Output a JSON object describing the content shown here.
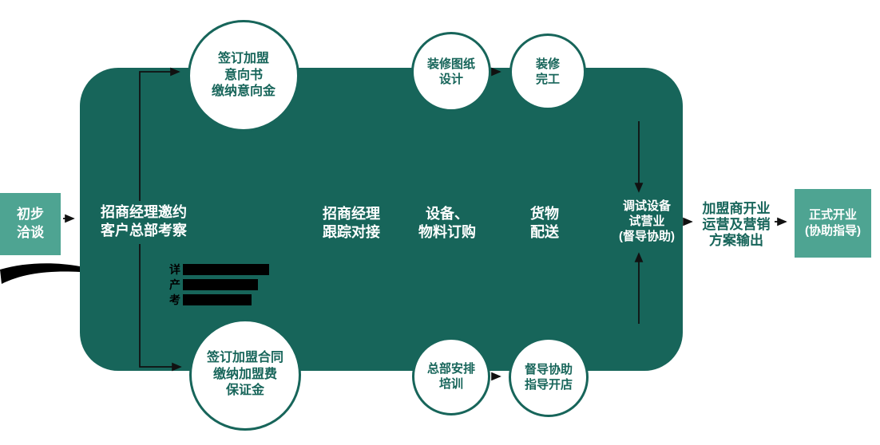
{
  "colors": {
    "teal": "#4ea492",
    "dark_teal": "#17655a",
    "arrow": "#111111"
  },
  "start_box": {
    "line1": "初步",
    "line2": "洽谈"
  },
  "process": {
    "invite": {
      "line1": "招商经理邀约",
      "line2": "客户总部考察"
    },
    "follow_up": {
      "line1": "招商经理",
      "line2": "跟踪对接"
    },
    "ordering": {
      "line1": "设备、",
      "line2": "物料订购"
    },
    "delivery": {
      "line1": "货物",
      "line2": "配送"
    },
    "trial_run": {
      "line1": "调试设备",
      "line2": "试营业",
      "line3": "(督导协助)"
    }
  },
  "top_circles": {
    "intent": {
      "line1": "签订加盟",
      "line2": "意向书",
      "line3": "缴纳意向金"
    },
    "design": {
      "line1": "装修图纸",
      "line2": "设计"
    },
    "complete": {
      "line1": "装修",
      "line2": "完工"
    }
  },
  "bottom_circles": {
    "contract": {
      "line1": "签订加盟合同",
      "line2": "缴纳加盟费",
      "line3": "保证金"
    },
    "training": {
      "line1": "总部安排",
      "line2": "培训"
    },
    "guidance": {
      "line1": "督导协助",
      "line2": "指导开店"
    }
  },
  "outcome": {
    "opening_plan": {
      "line1": "加盟商开业",
      "line2": "运营及营销",
      "line3": "方案输出"
    },
    "final_box": {
      "line1": "正式开业",
      "line2": "(协助指导)"
    }
  },
  "annotation": {
    "line1_char": "详",
    "line2_char": "产",
    "line3_char": "考"
  }
}
